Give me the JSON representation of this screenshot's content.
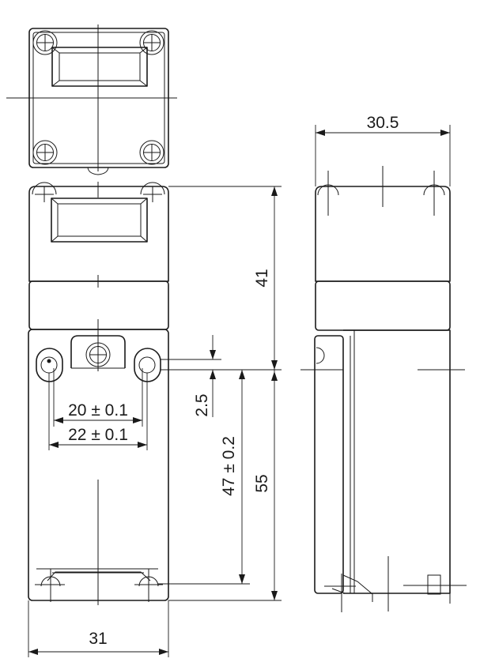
{
  "dimensions": {
    "top_width": "30.5",
    "height_upper": "41",
    "offset": "2.5",
    "hole_spacing_inner": "20 ± 0.1",
    "hole_spacing_outer": "22 ± 0.1",
    "hole_spacing_vertical": "47 ± 0.2",
    "height_lower": "55",
    "base_width": "31"
  }
}
